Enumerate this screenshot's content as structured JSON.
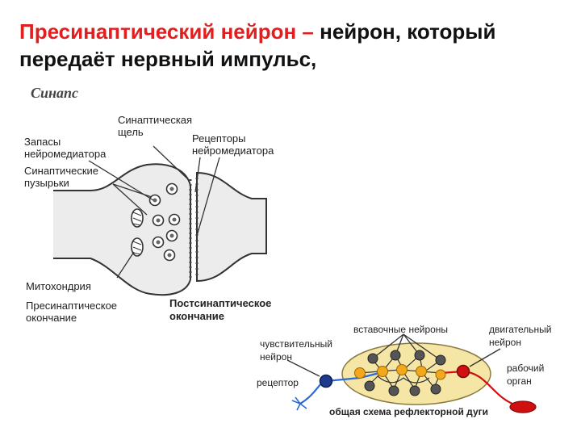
{
  "title": {
    "highlight": "Пресинаптический нейрон – ",
    "rest": "нейрон, который передаёт нервный импульс,"
  },
  "synapse": {
    "caption": "Синапс",
    "labels": {
      "cleft_1": "Синаптическая",
      "cleft_2": "щель",
      "stores_1": "Запасы",
      "stores_2": "нейромедиатора",
      "receptors_1": "Рецепторы",
      "receptors_2": "нейромедиатора",
      "vesicles_1": "Синаптические",
      "vesicles_2": "пузырьки",
      "mito": "Митохондрия",
      "pre_1": "Пресинаптическое",
      "pre_2": "окончание",
      "post_1": "Постсинаптическое",
      "post_2": "окончание"
    }
  },
  "reflex": {
    "interneurons": "вставочные нейроны",
    "motor_1": "двигательный",
    "motor_2": "нейрон",
    "sensory_1": "чувствительный",
    "sensory_2": "нейрон",
    "receptor": "рецептор",
    "effector_1": "рабочий",
    "effector_2": "орган",
    "caption": "общая схема рефлекторной дуги"
  },
  "colors": {
    "title_red": "#e02020",
    "sensory_neuron": "#1e3a8a",
    "motor_neuron": "#d01010",
    "gray_matter": "#f6e6a6",
    "interneuron_node": "#f2a81c"
  }
}
